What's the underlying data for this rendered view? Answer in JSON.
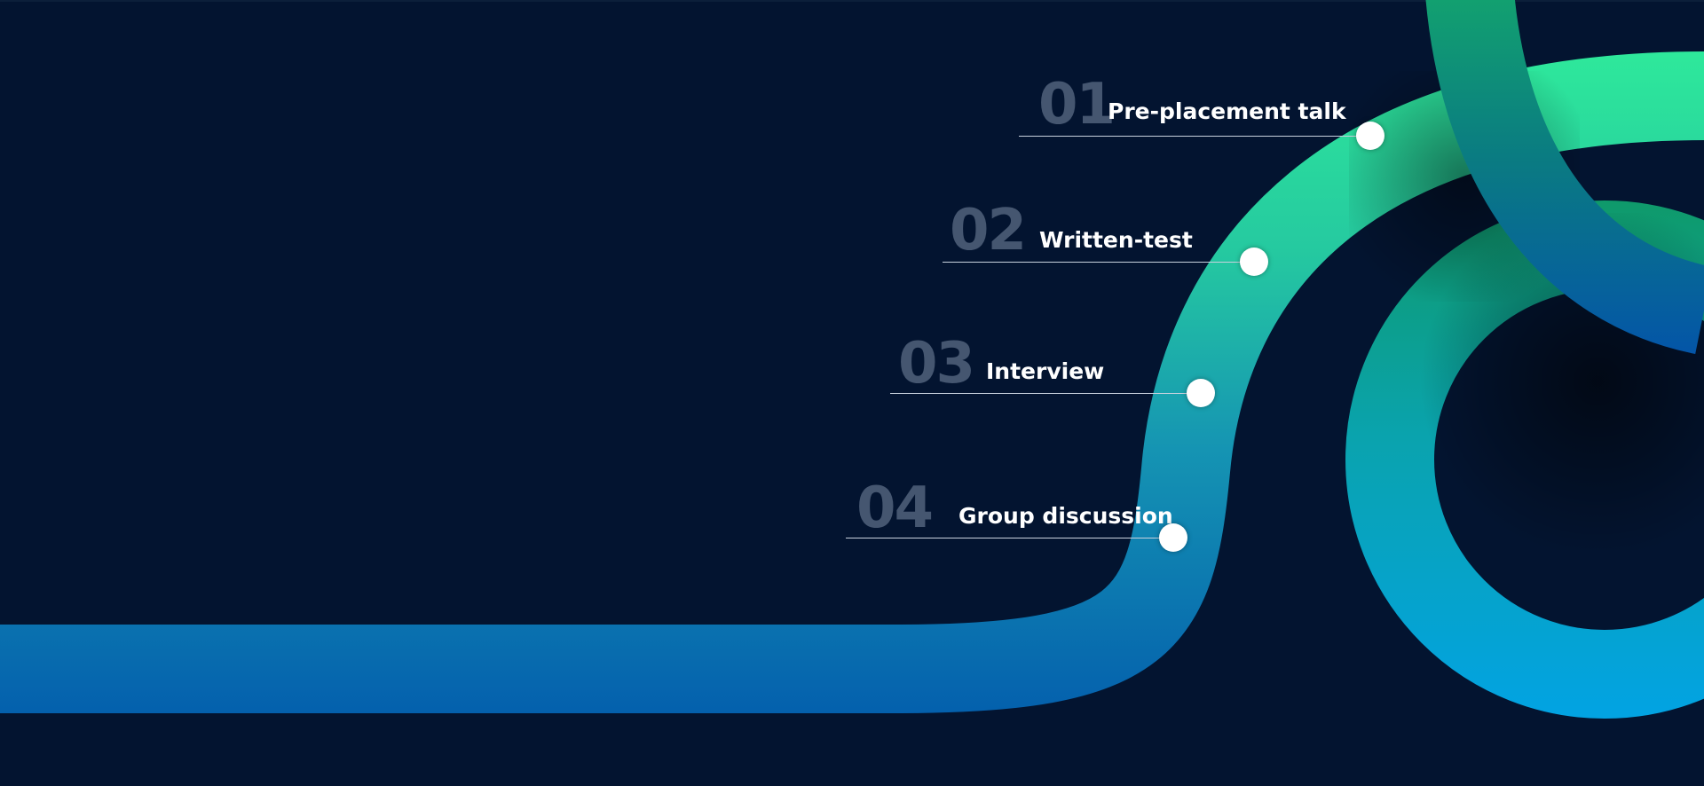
{
  "steps": [
    {
      "number": "01",
      "label": "Pre-placement talk"
    },
    {
      "number": "02",
      "label": "Written-test"
    },
    {
      "number": "03",
      "label": "Interview"
    },
    {
      "number": "04",
      "label": "Group discussion"
    }
  ],
  "colors": {
    "background": "#031430",
    "ribbon_green": "#2ee89b",
    "ribbon_teal": "#1aa8a8",
    "ribbon_blue": "#0460ad",
    "ribbon_sky": "#02a3e3",
    "number_gray": "#455670",
    "label_white": "#ffffff"
  }
}
